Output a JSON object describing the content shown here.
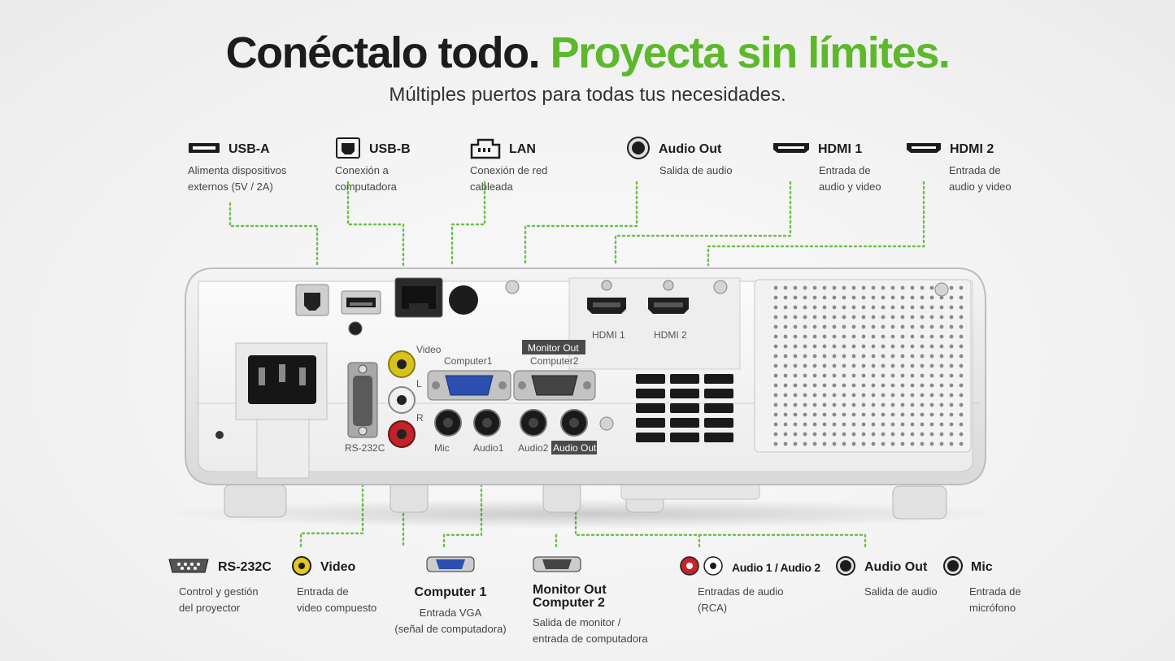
{
  "header": {
    "title_main": "Conéctalo todo.",
    "title_accent": "Proyecta sin límites.",
    "subtitle": "Múltiples puertos para todas tus necesidades."
  },
  "colors": {
    "accent": "#5db82c",
    "wire": "#6cc04a",
    "text": "#1c1c1c"
  },
  "top_ports": [
    {
      "name": "USB-A",
      "desc": "Alimenta dispositivos\nexternos (5V / 2A)",
      "icon": "usb-a-icon"
    },
    {
      "name": "USB-B",
      "desc": "Conexión a\ncomputadora",
      "icon": "usb-b-icon"
    },
    {
      "name": "LAN",
      "desc": "Conexión de red\ncableada",
      "icon": "lan-icon"
    },
    {
      "name": "Audio Out",
      "desc": "Salida de audio",
      "icon": "audio-jack-icon"
    },
    {
      "name": "HDMI 1",
      "desc": "Entrada de\naudio y video",
      "icon": "hdmi-icon"
    },
    {
      "name": "HDMI 2",
      "desc": "Entrada de\naudio y video",
      "icon": "hdmi-icon"
    }
  ],
  "bottom_ports": [
    {
      "name": "RS-232C",
      "desc": "Control y gestión\ndel proyector",
      "icon": "serial-port-icon"
    },
    {
      "name": "Video",
      "desc": "Entrada de\nvideo compuesto",
      "icon": "rca-yellow-icon"
    },
    {
      "name": "Computer 1",
      "desc": "Entrada VGA\n(señal de computadora)",
      "icon": "vga-port-icon"
    },
    {
      "name": "Monitor Out\nComputer 2",
      "desc": "Salida de monitor /\nentrada de computadora",
      "icon": "vga-port-icon"
    },
    {
      "name": "Audio 1 / Audio 2",
      "desc": "Entradas de audio\n(RCA)",
      "icon": "rca-audio-icon"
    },
    {
      "name": "Audio Out",
      "desc": "Salida de audio",
      "icon": "audio-jack-icon"
    },
    {
      "name": "Mic",
      "desc": "Entrada de\nmicrófono",
      "icon": "mic-jack-icon"
    }
  ],
  "projector_labels": {
    "video": "Video",
    "l": "L",
    "r": "R",
    "computer1": "Computer1",
    "monitor_out": "Monitor Out",
    "computer2": "Computer2",
    "hdmi1": "HDMI 1",
    "hdmi2": "HDMI 2",
    "rs232c": "RS-232C",
    "mic": "Mic",
    "audio1": "Audio1",
    "audio2": "Audio2",
    "audio_out": "Audio Out"
  }
}
